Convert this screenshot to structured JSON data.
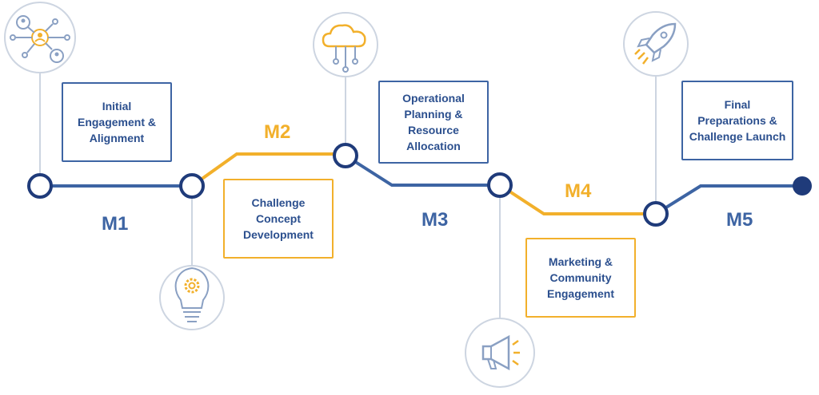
{
  "colors": {
    "blue": "#3d64a3",
    "dark_blue": "#1f3b7a",
    "gold": "#f2b02b",
    "gray_line": "#cdd5e1",
    "icon_blue": "#8aa0c3"
  },
  "milestones": [
    {
      "id": "m1",
      "label": "M1",
      "task": "Initial\nEngagement &\nAlignment",
      "icon": "network-people-icon",
      "color": "blue"
    },
    {
      "id": "m2",
      "label": "M2",
      "task": "Challenge\nConcept\nDevelopment",
      "icon": "lightbulb-gear-icon",
      "color": "gold"
    },
    {
      "id": "m3",
      "label": "M3",
      "task": "Operational\nPlanning &\nResource\nAllocation",
      "icon": "cloud-network-icon",
      "color": "blue"
    },
    {
      "id": "m4",
      "label": "M4",
      "task": "Marketing &\nCommunity\nEngagement",
      "icon": "megaphone-icon",
      "color": "gold"
    },
    {
      "id": "m5",
      "label": "M5",
      "task": "Final\nPreparations  &\nChallenge Launch",
      "icon": "rocket-icon",
      "color": "blue"
    }
  ]
}
